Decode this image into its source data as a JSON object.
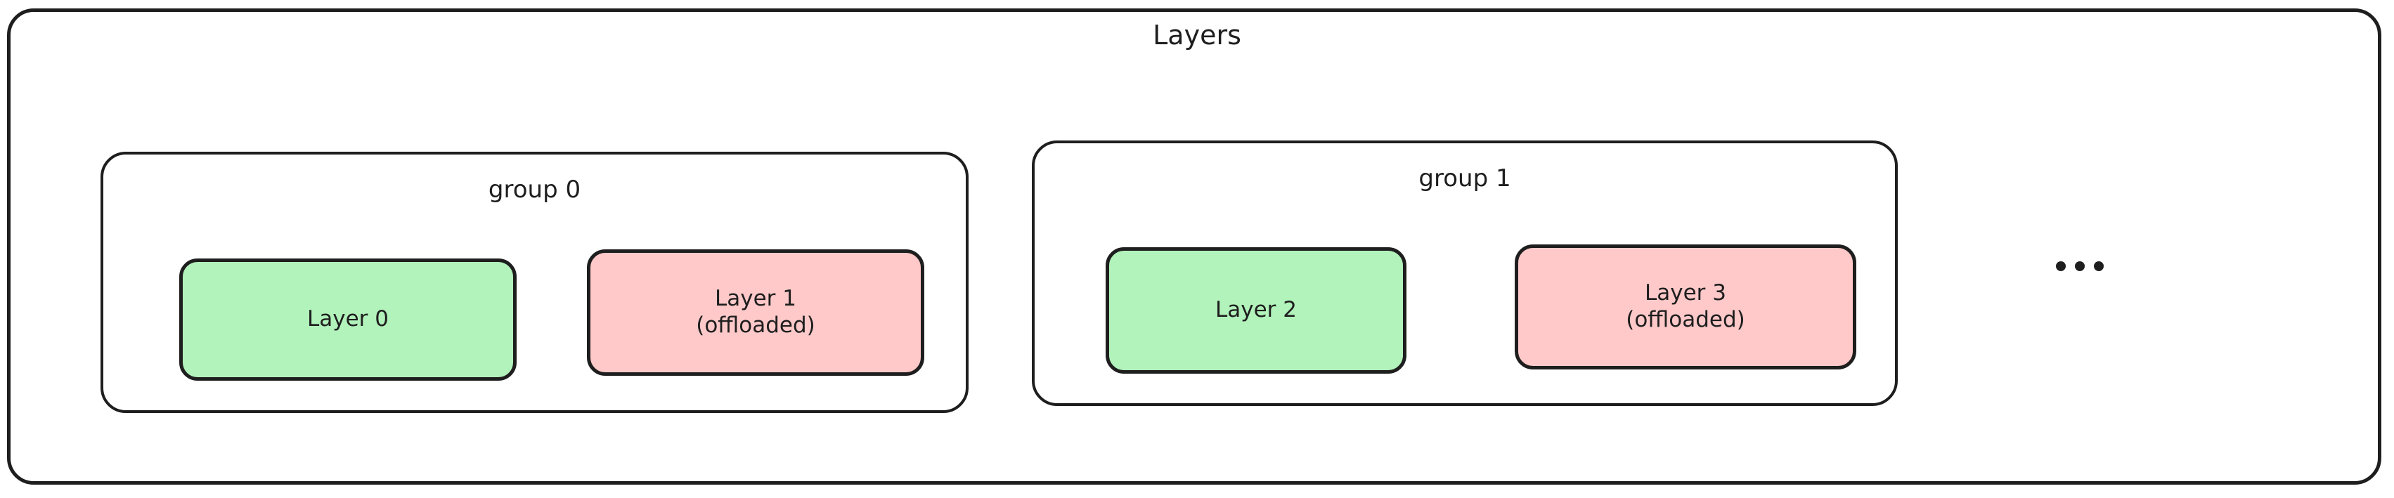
{
  "diagram": {
    "title": "Layers",
    "style": "hand-drawn",
    "colors": {
      "stroke": "#1e1e1e",
      "background": "#ffffff",
      "resident_fill": "#b2f2bb",
      "offloaded_fill": "#ffc9c9"
    },
    "groups": [
      {
        "title": "group 0",
        "layers": [
          {
            "name": "Layer 0",
            "label": "Layer 0",
            "state": "resident",
            "fill": "#b2f2bb"
          },
          {
            "name": "Layer 1",
            "label": "Layer 1\n(offloaded)",
            "state": "offloaded",
            "fill": "#ffc9c9"
          }
        ]
      },
      {
        "title": "group 1",
        "layers": [
          {
            "name": "Layer 2",
            "label": "Layer 2",
            "state": "resident",
            "fill": "#b2f2bb"
          },
          {
            "name": "Layer 3",
            "label": "Layer 3\n(offloaded)",
            "state": "offloaded",
            "fill": "#ffc9c9"
          }
        ]
      }
    ],
    "continuation": {
      "label": "...",
      "meaning": "more groups follow"
    }
  }
}
